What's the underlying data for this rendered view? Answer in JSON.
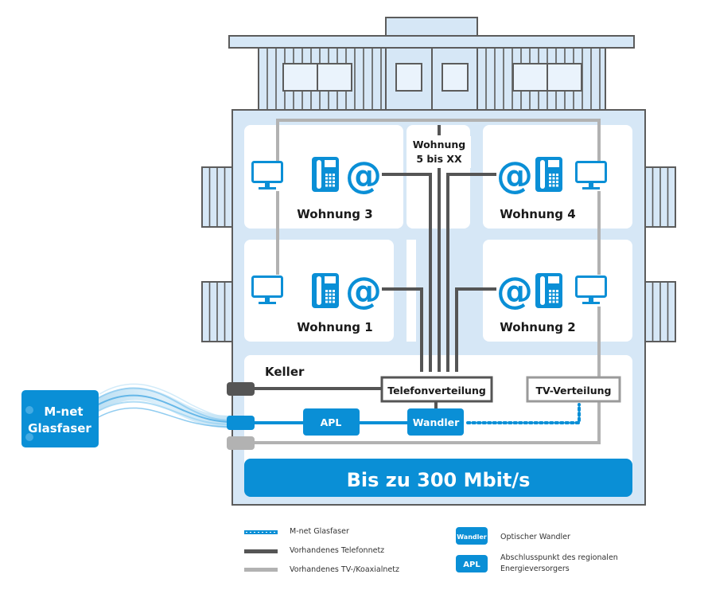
{
  "colors": {
    "building_fill": "#d6e7f6",
    "building_stroke": "#5c5c5c",
    "window_fill": "#eaf3fc",
    "room_fill": "#ffffff",
    "accent_blue": "#0a8fd6",
    "telephone_line": "#555555",
    "tv_line": "#b2b2b2"
  },
  "apartments": [
    {
      "id": "w3",
      "label": "Wohnung 3",
      "devices": [
        "monitor-icon",
        "telephone-icon",
        "at-sign-icon"
      ]
    },
    {
      "id": "w4",
      "label": "Wohnung 4",
      "devices": [
        "at-sign-icon",
        "telephone-icon",
        "monitor-icon"
      ]
    },
    {
      "id": "w1",
      "label": "Wohnung 1",
      "devices": [
        "monitor-icon",
        "telephone-icon",
        "at-sign-icon"
      ]
    },
    {
      "id": "w2",
      "label": "Wohnung 2",
      "devices": [
        "at-sign-icon",
        "telephone-icon",
        "monitor-icon"
      ]
    }
  ],
  "center_shaft": {
    "line1": "Wohnung",
    "line2": "5 bis XX"
  },
  "basement": {
    "label": "Keller",
    "telefonverteilung": "Telefonverteilung",
    "tv_verteilung": "TV-Verteilung",
    "apl": "APL",
    "wandler": "Wandler"
  },
  "speed_banner": "Bis zu 300 Mbit/s",
  "source": {
    "line1": "M-net",
    "line2": "Glasfaser"
  },
  "at_symbol": "@",
  "legend": {
    "lines": [
      {
        "type": "glasfaser",
        "label": "M-net Glasfaser"
      },
      {
        "type": "telefon",
        "label": "Vorhandenes Telefonnetz"
      },
      {
        "type": "tv",
        "label": "Vorhandenes TV-/Koaxialnetz"
      }
    ],
    "boxes": [
      {
        "badge": "Wandler",
        "label1": "Optischer Wandler",
        "label2": ""
      },
      {
        "badge": "APL",
        "label1": "Abschlusspunkt des regionalen",
        "label2": "Energieversorgers"
      }
    ]
  }
}
